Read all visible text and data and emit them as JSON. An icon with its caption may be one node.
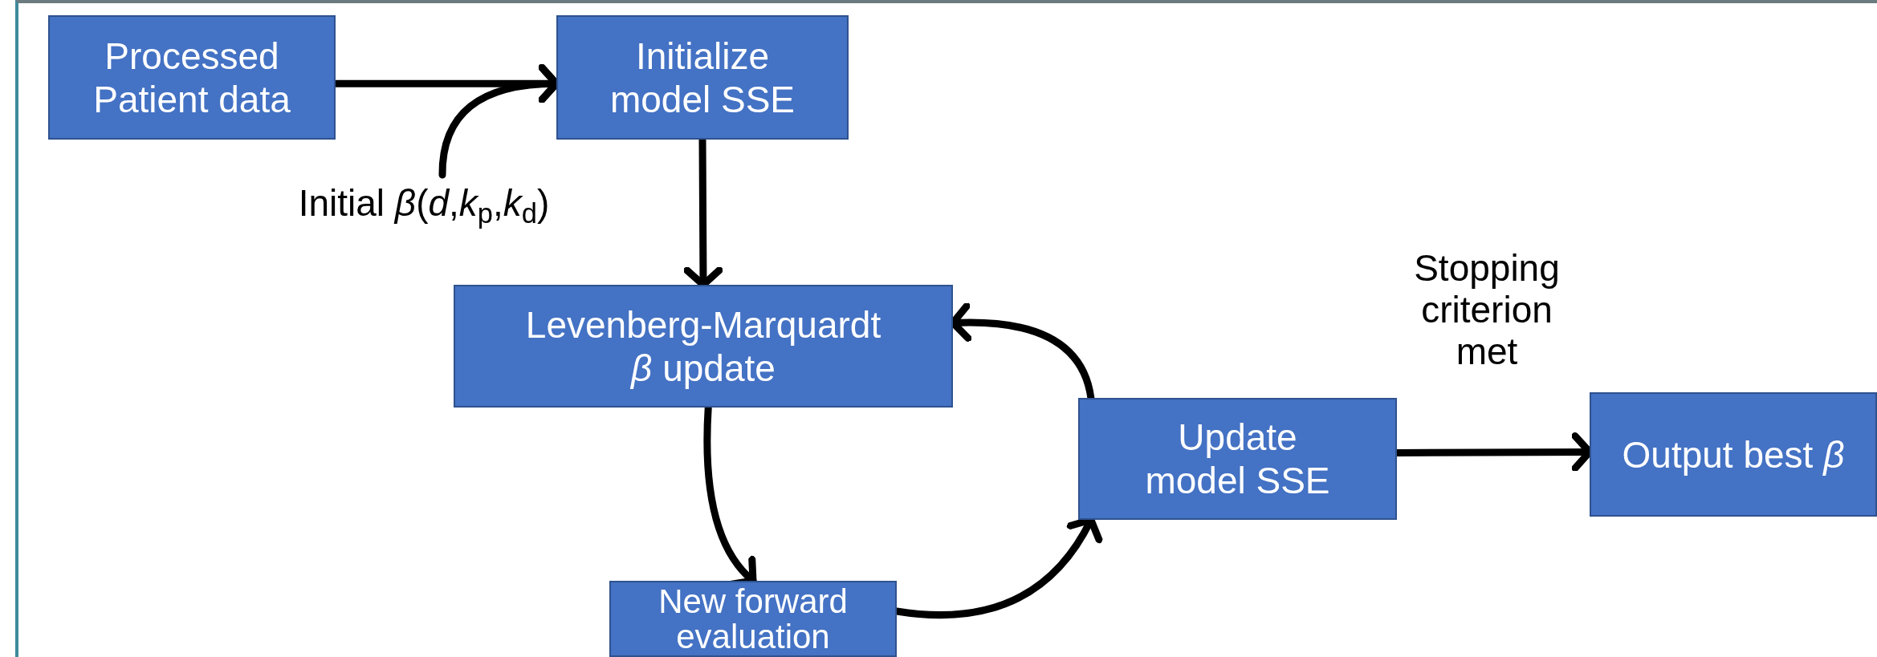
{
  "diagram": {
    "nodes": [
      {
        "text": [
          "Processed Patient data"
        ]
      },
      {
        "text": [
          "Initialize model SSE"
        ]
      },
      {
        "text": [
          "Initial *β*(*d*,*k*$_{p}$,*k*$_{d}$)"
        ]
      },
      {
        "text": [
          "Levenberg-Marquardt *β* update"
        ]
      },
      {
        "text": [
          "Update model SSE"
        ]
      },
      {
        "text": [
          "Output best *β*"
        ]
      },
      {
        "text": [
          "New forward evaluation"
        ]
      }
    ],
    "edges": [
      {
        "from": 0,
        "to": 1,
        "arrow": "to"
      },
      {
        "from": 2,
        "to": 1,
        "arrow": "to"
      },
      {
        "from": 1,
        "to": 3,
        "arrow": "to"
      },
      {
        "from": 3,
        "to": 6,
        "arrow": "to"
      },
      {
        "from": 6,
        "to": 4,
        "arrow": "to"
      },
      {
        "from": 4,
        "to": 3,
        "arrow": "to"
      },
      {
        "from": 4,
        "to": 5,
        "arrow": "to",
        "label": "Stopping criterion met"
      }
    ]
  }
}
